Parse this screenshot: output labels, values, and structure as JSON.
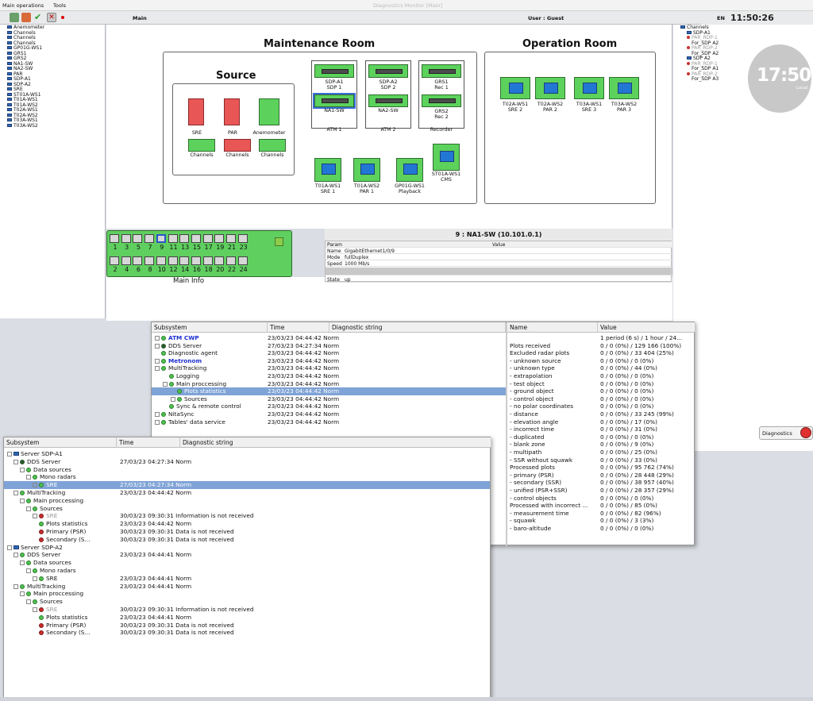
{
  "menu": {
    "items": [
      "Main operations",
      "Tools"
    ]
  },
  "window_title": "Diagnostics Monitor [Main]",
  "toolbar": {
    "view": "Main",
    "user": "User : Guest",
    "lang": "EN",
    "time": "11:50:26"
  },
  "left_tree": [
    "Anemometer",
    "Channels",
    "Channels",
    "Channels",
    "GP01G-WS1",
    "GRS1",
    "GRS2",
    "NA1-SW",
    "NA2-SW",
    "PAR",
    "SDP-A1",
    "SDP-A2",
    "SRE",
    "ST01A-WS1",
    "T01A-WS1",
    "T01A-WS2",
    "T02A-WS1",
    "T02A-WS2",
    "T03A-WS1",
    "T03A-WS2"
  ],
  "right_tree": [
    "Channels",
    "SDP-A1",
    "PAR_RDP-1",
    "For_SDP A2",
    "PAR_RDP-2",
    "For_SDP A2",
    "SDP A2",
    "PAR_RDP-1",
    "For_SDP A1",
    "PAR_RDP-2",
    "For_SDP A3"
  ],
  "analog_clock": {
    "time": "17:50",
    "label": "Local"
  },
  "maintenance": {
    "title": "Maintenance Room",
    "source_title": "Source",
    "src_devices": [
      "SRE",
      "PAR",
      "Anemometer"
    ],
    "src_channels": [
      "Channels",
      "Channels",
      "Channels"
    ],
    "atm1": [
      "SDP-A1",
      "SDP 1",
      "NA1-SW",
      "ATM 1"
    ],
    "atm2": [
      "SDP-A2",
      "SDP 2",
      "NA2-SW",
      "ATM 2"
    ],
    "recorder": [
      "GRS1",
      "Rec 1",
      "GRS2",
      "Rec 2",
      "Recorder"
    ],
    "ws": [
      [
        "T01A-WS1",
        "SRE 1"
      ],
      [
        "T01A-WS2",
        "PAR 1"
      ],
      [
        "GP01G-WS1",
        "Playback"
      ]
    ],
    "cms": [
      "ST01A-WS1",
      "CMS"
    ]
  },
  "operation": {
    "title": "Operation Room",
    "ws": [
      [
        "T02A-WS1",
        "SRE 2"
      ],
      [
        "T02A-WS2",
        "PAR 2"
      ],
      [
        "T03A-WS1",
        "SRE 3"
      ],
      [
        "T03A-WS2",
        "PAR 3"
      ]
    ]
  },
  "switch": {
    "top": [
      "1",
      "3",
      "5",
      "7",
      "9",
      "11",
      "13",
      "15",
      "17",
      "19",
      "21",
      "23"
    ],
    "bottom": [
      "2",
      "4",
      "6",
      "8",
      "10",
      "12",
      "14",
      "16",
      "18",
      "20",
      "22",
      "24"
    ],
    "label": "Main Info"
  },
  "port_info": {
    "title": "9 : NA1-SW (10.101.0.1)",
    "col_param": "Param",
    "col_value": "Value",
    "rows": [
      [
        "Name",
        "GigabitEthernet1/0/9"
      ],
      [
        "Mode",
        "fullDuplex"
      ],
      [
        "Speed",
        "1000 Mb/s"
      ]
    ],
    "state": [
      "State",
      "up"
    ]
  },
  "diag1": {
    "cols": [
      "Subsystem",
      "Time",
      "Diagnostic string"
    ],
    "rows": [
      [
        "ATM CWP",
        "23/03/23 04:44:42 Norm"
      ],
      [
        "DDS Server",
        "27/03/23 04:27:34 Norm"
      ],
      [
        "Diagnostic agent",
        "23/03/23 04:44:42 Norm"
      ],
      [
        "Metronom",
        "23/03/23 04:44:42 Norm"
      ],
      [
        "MultiTracking",
        "23/03/23 04:44:42 Norm"
      ],
      [
        "Logging",
        "23/03/23 04:44:42 Norm"
      ],
      [
        "Main proccessing",
        "23/03/23 04:44:42 Norm"
      ],
      [
        "Plots statistics",
        "23/03/23 04:44:42 Norm"
      ],
      [
        "Sources",
        "23/03/23 04:44:42 Norm"
      ],
      [
        "Sync & remote control",
        "23/03/23 04:44:42 Norm"
      ],
      [
        "NitaSync",
        "23/03/23 04:44:42 Norm"
      ],
      [
        "Tables' data service",
        "23/03/23 04:44:42 Norm"
      ]
    ],
    "stats_cols": [
      "Name",
      "Value"
    ],
    "stats": [
      [
        "",
        "1 period (6 s) / 1 hour / 24..."
      ],
      [
        "Plots received",
        "0 / 0 (0%) / 129 166 (100%)"
      ],
      [
        "Excluded radar plots",
        "0 / 0 (0%) / 33 404 (25%)"
      ],
      [
        " - unknown source",
        "0 / 0 (0%) / 0 (0%)"
      ],
      [
        " - unknown type",
        "0 / 0 (0%) / 44 (0%)"
      ],
      [
        " - extrapolation",
        "0 / 0 (0%) / 0 (0%)"
      ],
      [
        " - test object",
        "0 / 0 (0%) / 0 (0%)"
      ],
      [
        " - ground object",
        "0 / 0 (0%) / 0 (0%)"
      ],
      [
        " - control object",
        "0 / 0 (0%) / 0 (0%)"
      ],
      [
        " - no polar coordinates",
        "0 / 0 (0%) / 0 (0%)"
      ],
      [
        " - distance",
        "0 / 0 (0%) / 33 245 (99%)"
      ],
      [
        " - elevation angle",
        "0 / 0 (0%) / 17 (0%)"
      ],
      [
        " - incorrect time",
        "0 / 0 (0%) / 31 (0%)"
      ],
      [
        " - duplicated",
        "0 / 0 (0%) / 0 (0%)"
      ],
      [
        " - blank zone",
        "0 / 0 (0%) / 9 (0%)"
      ],
      [
        " - multipath",
        "0 / 0 (0%) / 25 (0%)"
      ],
      [
        " - SSR without squawk",
        "0 / 0 (0%) / 33 (0%)"
      ],
      [
        "Processed plots",
        "0 / 0 (0%) / 95 762 (74%)"
      ],
      [
        " - primary (PSR)",
        "0 / 0 (0%) / 28 448 (29%)"
      ],
      [
        " - secondary (SSR)",
        "0 / 0 (0%) / 38 957 (40%)"
      ],
      [
        " - unified (PSR+SSR)",
        "0 / 0 (0%) / 28 357 (29%)"
      ],
      [
        " - control objects",
        "0 / 0 (0%) / 0 (0%)"
      ],
      [
        "Processed with incorrect ...",
        "0 / 0 (0%) / 85 (0%)"
      ],
      [
        " - measurement time",
        "0 / 0 (0%) / 82 (96%)"
      ],
      [
        " - squawk",
        "0 / 0 (0%) / 3 (3%)"
      ],
      [
        " - baro-altitude",
        "0 / 0 (0%) / 0 (0%)"
      ]
    ]
  },
  "diag2": {
    "cols": [
      "Subsystem",
      "Time",
      "Diagnostic string"
    ],
    "rows": [
      [
        "Server SDP-A1",
        ""
      ],
      [
        "DDS Server",
        "27/03/23 04:27:34 Norm"
      ],
      [
        "Data sources",
        ""
      ],
      [
        "Mono radars",
        ""
      ],
      [
        "SRE",
        "27/03/23 04:27:34 Norm"
      ],
      [
        "MultiTracking",
        "23/03/23 04:44:42 Norm"
      ],
      [
        "Main proccessing",
        ""
      ],
      [
        "Sources",
        ""
      ],
      [
        "SRE",
        ""
      ],
      [
        "Plots statistics",
        "23/03/23 04:44:42 Norm"
      ],
      [
        "Primary (PSR)",
        "30/03/23 09:30:31 Data is not received"
      ],
      [
        "Secondary (S...",
        "30/03/23 09:30:31 Data is not received"
      ],
      [
        "Server SDP-A2",
        ""
      ],
      [
        "DDS Server",
        "23/03/23 04:44:41 Norm"
      ],
      [
        "Data sources",
        ""
      ],
      [
        "Mono radars",
        ""
      ],
      [
        "SRE",
        "23/03/23 04:44:41 Norm"
      ],
      [
        "MultiTracking",
        "23/03/23 04:44:41 Norm"
      ],
      [
        "Main proccessing",
        ""
      ],
      [
        "Sources",
        ""
      ],
      [
        "SRE",
        "30/03/23 09:30:31 Information is not received"
      ],
      [
        "Plots statistics",
        "23/03/23 04:44:41 Norm"
      ],
      [
        "Primary (PSR)",
        "30/03/23 09:30:31 Data is not received"
      ],
      [
        "Secondary (S...",
        "30/03/23 09:30:31 Data is not received"
      ]
    ],
    "sre1_info": "30/03/23 09:30:31 Information is not received"
  },
  "diag_button": "Diagnostics"
}
